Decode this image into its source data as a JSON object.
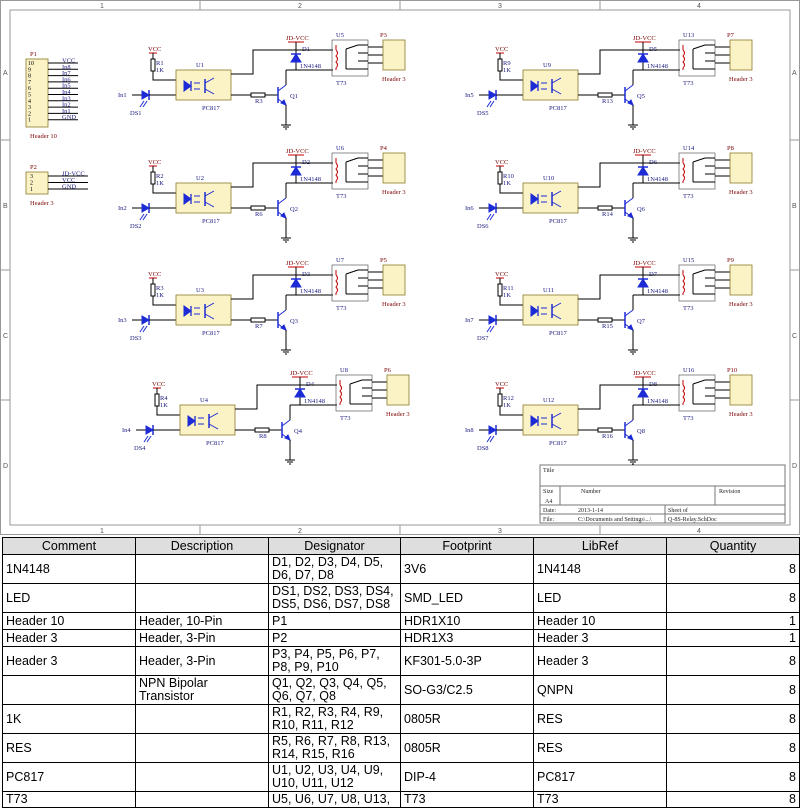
{
  "frame": {
    "cols": [
      "1",
      "2",
      "3",
      "4"
    ],
    "rows": [
      "A",
      "B",
      "C",
      "D"
    ]
  },
  "connectors": {
    "p1": {
      "ref": "P1",
      "name": "Header 10",
      "pins": [
        "10",
        "9",
        "8",
        "7",
        "6",
        "5",
        "4",
        "3",
        "2",
        "1"
      ],
      "nets": [
        "VCC",
        "In8",
        "In7",
        "In6",
        "In5",
        "In4",
        "In3",
        "In2",
        "In1",
        "GND"
      ]
    },
    "p2": {
      "ref": "P2",
      "name": "Header 3",
      "pins": [
        "3",
        "2",
        "1"
      ],
      "nets": [
        "JD-VCC",
        "VCC",
        "GND"
      ]
    }
  },
  "channels": [
    {
      "input": "In1",
      "led": "DS1",
      "r_pull": "R1",
      "r_pull_val": "1K",
      "opto": "U1",
      "opto_part": "PC817",
      "r_base": "R3",
      "transistor": "Q1",
      "diode": "D1",
      "diode_part": "1N4148",
      "terminal": "U5",
      "terminal_part": "T73",
      "header": "P3",
      "header_name": "Header 3"
    },
    {
      "input": "In2",
      "led": "DS2",
      "r_pull": "R2",
      "r_pull_val": "1K",
      "opto": "U2",
      "opto_part": "PC817",
      "r_base": "R6",
      "transistor": "Q2",
      "diode": "D2",
      "diode_part": "1N4148",
      "terminal": "U6",
      "terminal_part": "T73",
      "header": "P4",
      "header_name": "Header 3"
    },
    {
      "input": "In3",
      "led": "DS3",
      "r_pull": "R3",
      "r_pull_val": "1K",
      "opto": "U3",
      "opto_part": "PC817",
      "r_base": "R7",
      "transistor": "Q3",
      "diode": "D3",
      "diode_part": "1N4148",
      "terminal": "U7",
      "terminal_part": "T73",
      "header": "P5",
      "header_name": "Header 3"
    },
    {
      "input": "In4",
      "led": "DS4",
      "r_pull": "R4",
      "r_pull_val": "1K",
      "opto": "U4",
      "opto_part": "PC817",
      "r_base": "R8",
      "transistor": "Q4",
      "diode": "D4",
      "diode_part": "1N4148",
      "terminal": "U8",
      "terminal_part": "T73",
      "header": "P6",
      "header_name": "Header 3"
    },
    {
      "input": "In5",
      "led": "DS5",
      "r_pull": "R9",
      "r_pull_val": "1K",
      "opto": "U9",
      "opto_part": "PC817",
      "r_base": "R13",
      "transistor": "Q5",
      "diode": "D5",
      "diode_part": "1N4148",
      "terminal": "U13",
      "terminal_part": "T73",
      "header": "P7",
      "header_name": "Header 3"
    },
    {
      "input": "In6",
      "led": "DS6",
      "r_pull": "R10",
      "r_pull_val": "1K",
      "opto": "U10",
      "opto_part": "PC817",
      "r_base": "R14",
      "transistor": "Q6",
      "diode": "D6",
      "diode_part": "1N4148",
      "terminal": "U14",
      "terminal_part": "T73",
      "header": "P8",
      "header_name": "Header 3"
    },
    {
      "input": "In7",
      "led": "DS7",
      "r_pull": "R11",
      "r_pull_val": "1K",
      "opto": "U11",
      "opto_part": "PC817",
      "r_base": "R15",
      "transistor": "Q7",
      "diode": "D7",
      "diode_part": "1N4148",
      "terminal": "U15",
      "terminal_part": "T73",
      "header": "P9",
      "header_name": "Header 3"
    },
    {
      "input": "In8",
      "led": "DS8",
      "r_pull": "R12",
      "r_pull_val": "1K",
      "opto": "U12",
      "opto_part": "PC817",
      "r_base": "R16",
      "transistor": "Q8",
      "diode": "D8",
      "diode_part": "1N4148",
      "terminal": "U16",
      "terminal_part": "T73",
      "header": "P10",
      "header_name": "Header 3"
    }
  ],
  "power": {
    "vcc": "VCC",
    "jdvcc": "JD-VCC"
  },
  "titleblock": {
    "title_label": "Title",
    "size_label": "Size",
    "size_value": "A4",
    "number_label": "Number",
    "revision_label": "Revision",
    "date_label": "Date:",
    "date_value": "2013-1-14",
    "file_label": "File:",
    "file_value": "C:\\Documents and Settings\\...\\",
    "sheet_label": "Sheet   of",
    "drawn_label": "Q-8S-Relay.SchDoc"
  },
  "bom": {
    "headers": [
      "Comment",
      "Description",
      "Designator",
      "Footprint",
      "LibRef",
      "Quantity"
    ],
    "rows": [
      [
        "1N4148",
        "",
        "D1, D2, D3, D4, D5, D6, D7, D8",
        "3V6",
        "1N4148",
        "8"
      ],
      [
        "LED",
        "",
        "DS1, DS2, DS3, DS4, DS5, DS6, DS7, DS8",
        "SMD_LED",
        "LED",
        "8"
      ],
      [
        "Header 10",
        "Header, 10-Pin",
        "P1",
        "HDR1X10",
        "Header 10",
        "1"
      ],
      [
        "Header 3",
        "Header, 3-Pin",
        "P2",
        "HDR1X3",
        "Header 3",
        "1"
      ],
      [
        "Header 3",
        "Header, 3-Pin",
        "P3, P4, P5, P6, P7, P8, P9, P10",
        "KF301-5.0-3P",
        "Header 3",
        "8"
      ],
      [
        "",
        "NPN Bipolar Transistor",
        "Q1, Q2, Q3, Q4, Q5, Q6, Q7, Q8",
        "SO-G3/C2.5",
        "QNPN",
        "8"
      ],
      [
        "1K",
        "",
        "R1, R2, R3, R4, R9, R10, R11, R12",
        "0805R",
        "RES",
        "8"
      ],
      [
        "RES",
        "",
        "R5, R6, R7, R8, R13, R14, R15, R16",
        "0805R",
        "RES",
        "8"
      ],
      [
        "PC817",
        "",
        "U1, U2, U3, U4, U9, U10, U11, U12",
        "DIP-4",
        "PC817",
        "8"
      ],
      [
        "T73",
        "",
        "U5, U6, U7, U8, U13,",
        "T73",
        "T73",
        "8"
      ]
    ]
  }
}
